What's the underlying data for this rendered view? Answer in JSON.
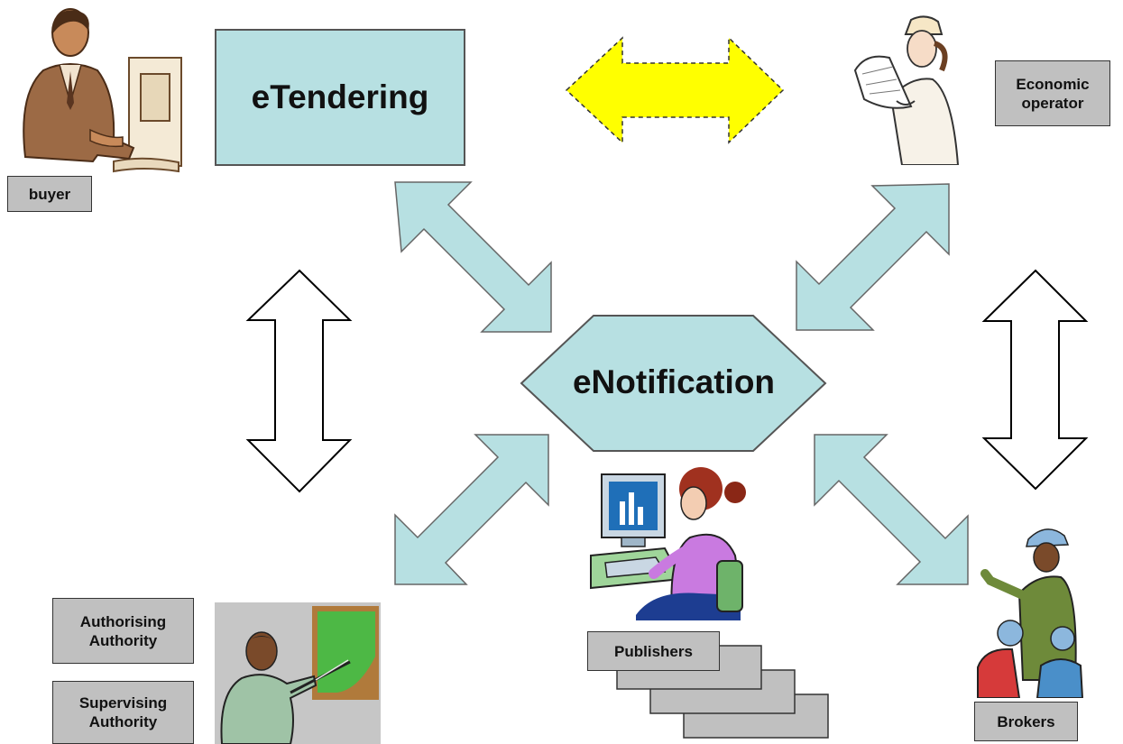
{
  "diagram": {
    "etendering_label": "eTendering",
    "enotification_label": "eNotification",
    "actors": {
      "buyer": "buyer",
      "economic_operator": "Economic operator",
      "authorising_authority": "Authorising Authority",
      "supervising_authority": "Supervising Authority",
      "publishers": "Publishers",
      "brokers": "Brokers"
    },
    "icons": {
      "buyer": "person-at-computer-icon",
      "economic_operator": "engineer-reading-plan-icon",
      "authority": "presenter-at-board-icon",
      "publishers": "woman-at-computer-icon",
      "brokers": "group-of-people-icon"
    },
    "colors": {
      "box_fill": "#b7e0e2",
      "exchange_arrow": "#ffff00",
      "label_fill": "#c0c0c0",
      "outline_arrow": "#ffffff"
    }
  }
}
